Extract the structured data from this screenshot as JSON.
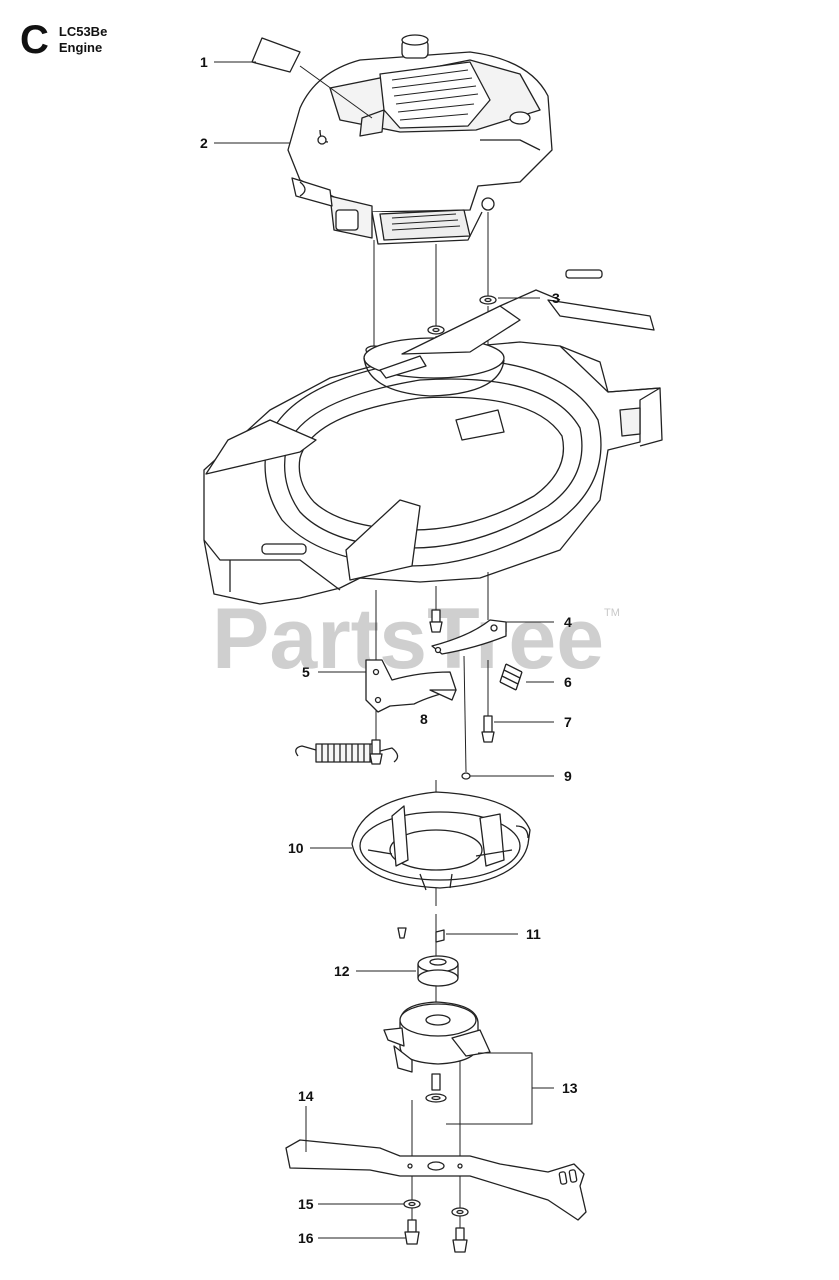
{
  "header": {
    "section_letter": "C",
    "model": "LC53Be",
    "section_title": "Engine"
  },
  "watermark": {
    "text": "PartsTree",
    "trademark": "TM"
  },
  "callouts": [
    {
      "id": "1",
      "label": "1"
    },
    {
      "id": "2",
      "label": "2"
    },
    {
      "id": "3",
      "label": "3"
    },
    {
      "id": "4",
      "label": "4"
    },
    {
      "id": "5",
      "label": "5"
    },
    {
      "id": "6",
      "label": "6"
    },
    {
      "id": "7",
      "label": "7"
    },
    {
      "id": "8",
      "label": "8"
    },
    {
      "id": "9",
      "label": "9"
    },
    {
      "id": "10",
      "label": "10"
    },
    {
      "id": "11",
      "label": "11"
    },
    {
      "id": "12",
      "label": "12"
    },
    {
      "id": "13",
      "label": "13"
    },
    {
      "id": "14",
      "label": "14"
    },
    {
      "id": "15",
      "label": "15"
    },
    {
      "id": "16",
      "label": "16"
    }
  ],
  "colors": {
    "line": "#222222",
    "watermark": "#cfcfcf",
    "fill": "#ffffff",
    "shade": "#e9e9e9"
  }
}
